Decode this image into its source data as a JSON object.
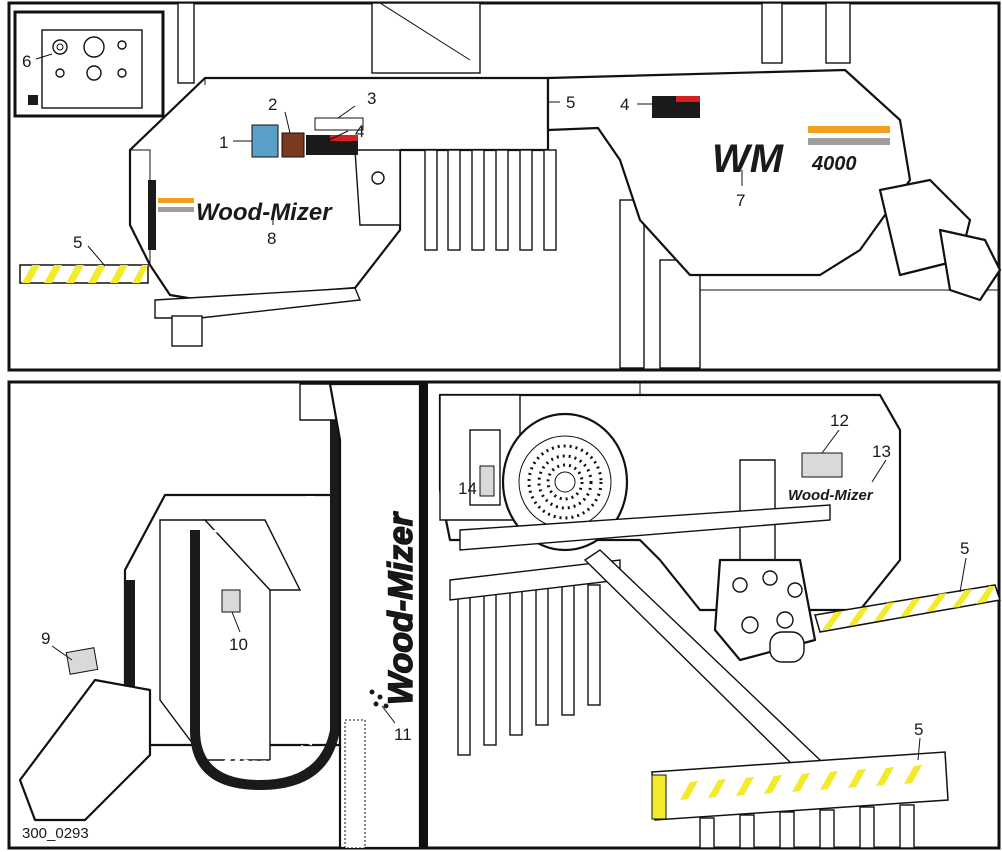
{
  "figure": {
    "code": "300_0293",
    "colors": {
      "safety_yellow": "#f2ea2a",
      "label_grey": "#d9d9d9",
      "brand_orange": "#f0a020",
      "brand_grey": "#9e9e9e",
      "outline": "#111111"
    }
  },
  "top_panel": {
    "brand_text": "Wood-Mizer",
    "model_logo": "WM",
    "model_number": "4000",
    "callouts": [
      "1",
      "2",
      "3",
      "4",
      "4",
      "5",
      "5",
      "6",
      "7",
      "8"
    ]
  },
  "bottom_panel": {
    "brand_text_vertical": "Wood-Mizer",
    "brand_text_small": "Wood-Mizer",
    "callouts": [
      "5",
      "5",
      "9",
      "10",
      "11",
      "12",
      "13",
      "14"
    ]
  }
}
